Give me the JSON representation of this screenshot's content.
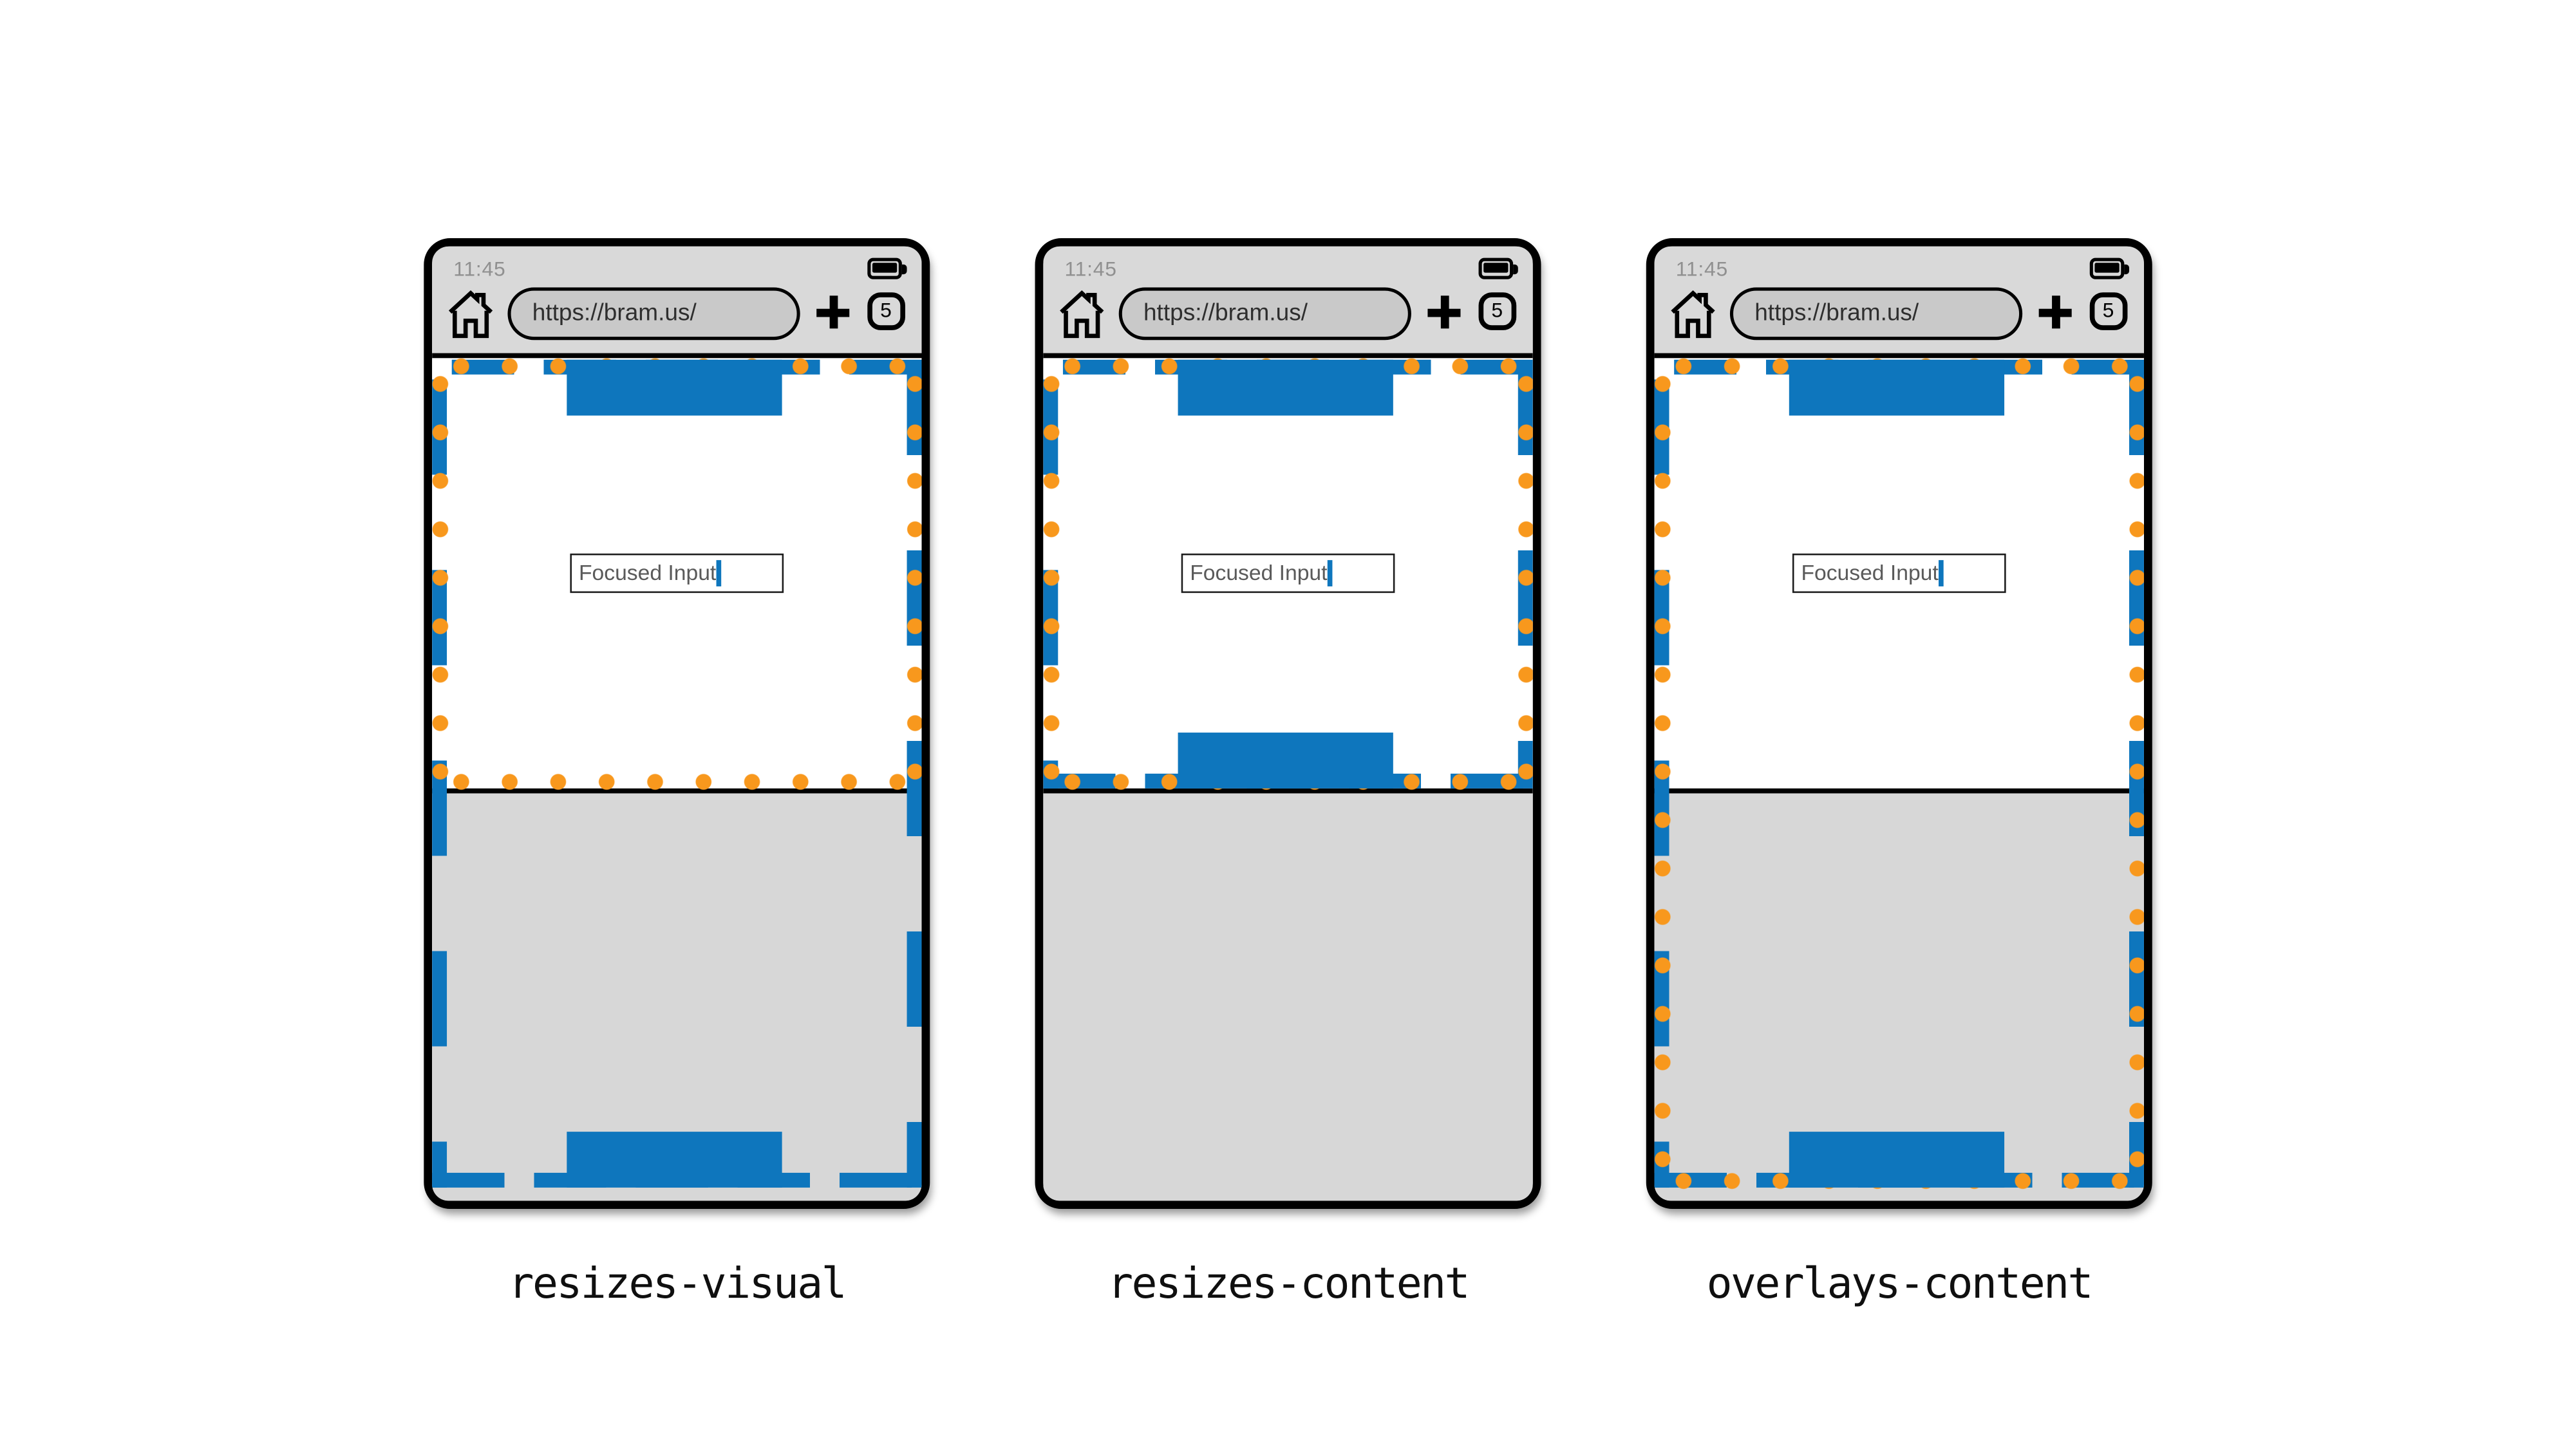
{
  "browser": {
    "status_time": "11:45",
    "url": "https://bram.us/",
    "tab_count": "5",
    "focused_input_value": "Focused Input"
  },
  "panels": [
    {
      "label": "resizes-visual",
      "layout_viewport_resizes": false,
      "visual_viewport_resizes": true
    },
    {
      "label": "resizes-content",
      "layout_viewport_resizes": true,
      "visual_viewport_resizes": true
    },
    {
      "label": "overlays-content",
      "layout_viewport_resizes": false,
      "visual_viewport_resizes": false
    }
  ],
  "icons": {
    "home": "home-icon",
    "battery": "battery-icon",
    "new_tab": "plus-icon",
    "tab_counter": "tab-counter"
  },
  "colors": {
    "background": "#FFFFFF",
    "blue": "#0E76BD",
    "orange": "#F8981D",
    "chrome_gray": "#D9D9D9",
    "url_pill_gray": "#C9C9C9",
    "keyboard_gray": "#D7D7D7",
    "frame_black": "#000000",
    "time_text": "#909090",
    "url_text": "#2E2E2E",
    "input_text": "#5A5A5A",
    "input_border": "#1B1B1B",
    "caret_blue": "#0E76BD",
    "label_text": "#0F0F0F"
  }
}
